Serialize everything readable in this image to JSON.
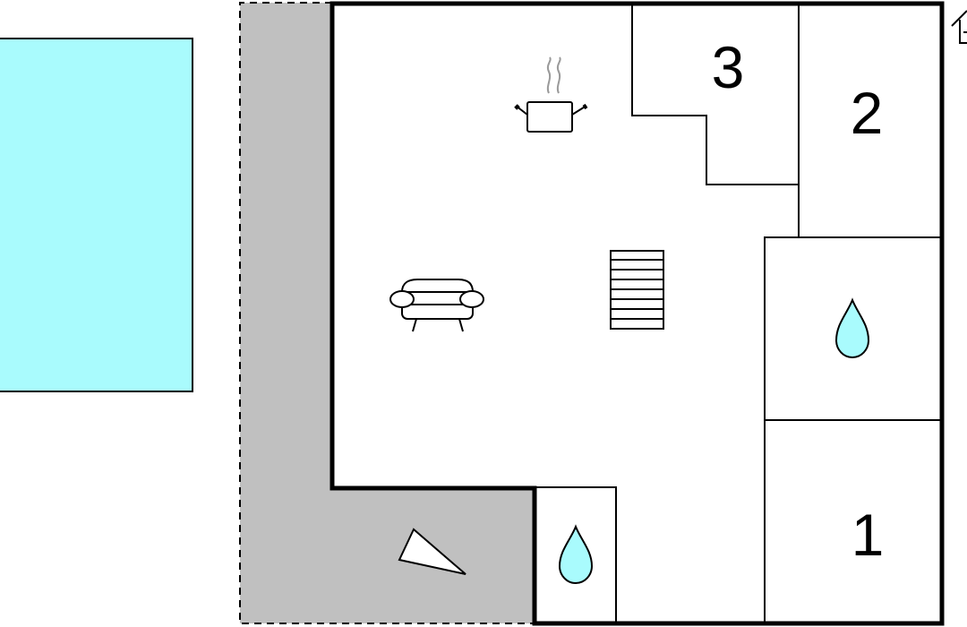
{
  "floorplan": {
    "room_numbers": [
      "3",
      "2",
      "1"
    ],
    "icons": [
      "pool",
      "terrace",
      "stove-icon",
      "sofa-icon",
      "staircase-icon",
      "water-drop-icon",
      "water-drop-icon",
      "sun-lounger-icon",
      "home-icon"
    ]
  },
  "colors": {
    "pool": "#a9fbfd",
    "terrace": "#c0c0c0",
    "water_drop": "#a9fbfd",
    "wall": "#000000",
    "floor": "#ffffff",
    "steam": "#9a9a9a"
  }
}
